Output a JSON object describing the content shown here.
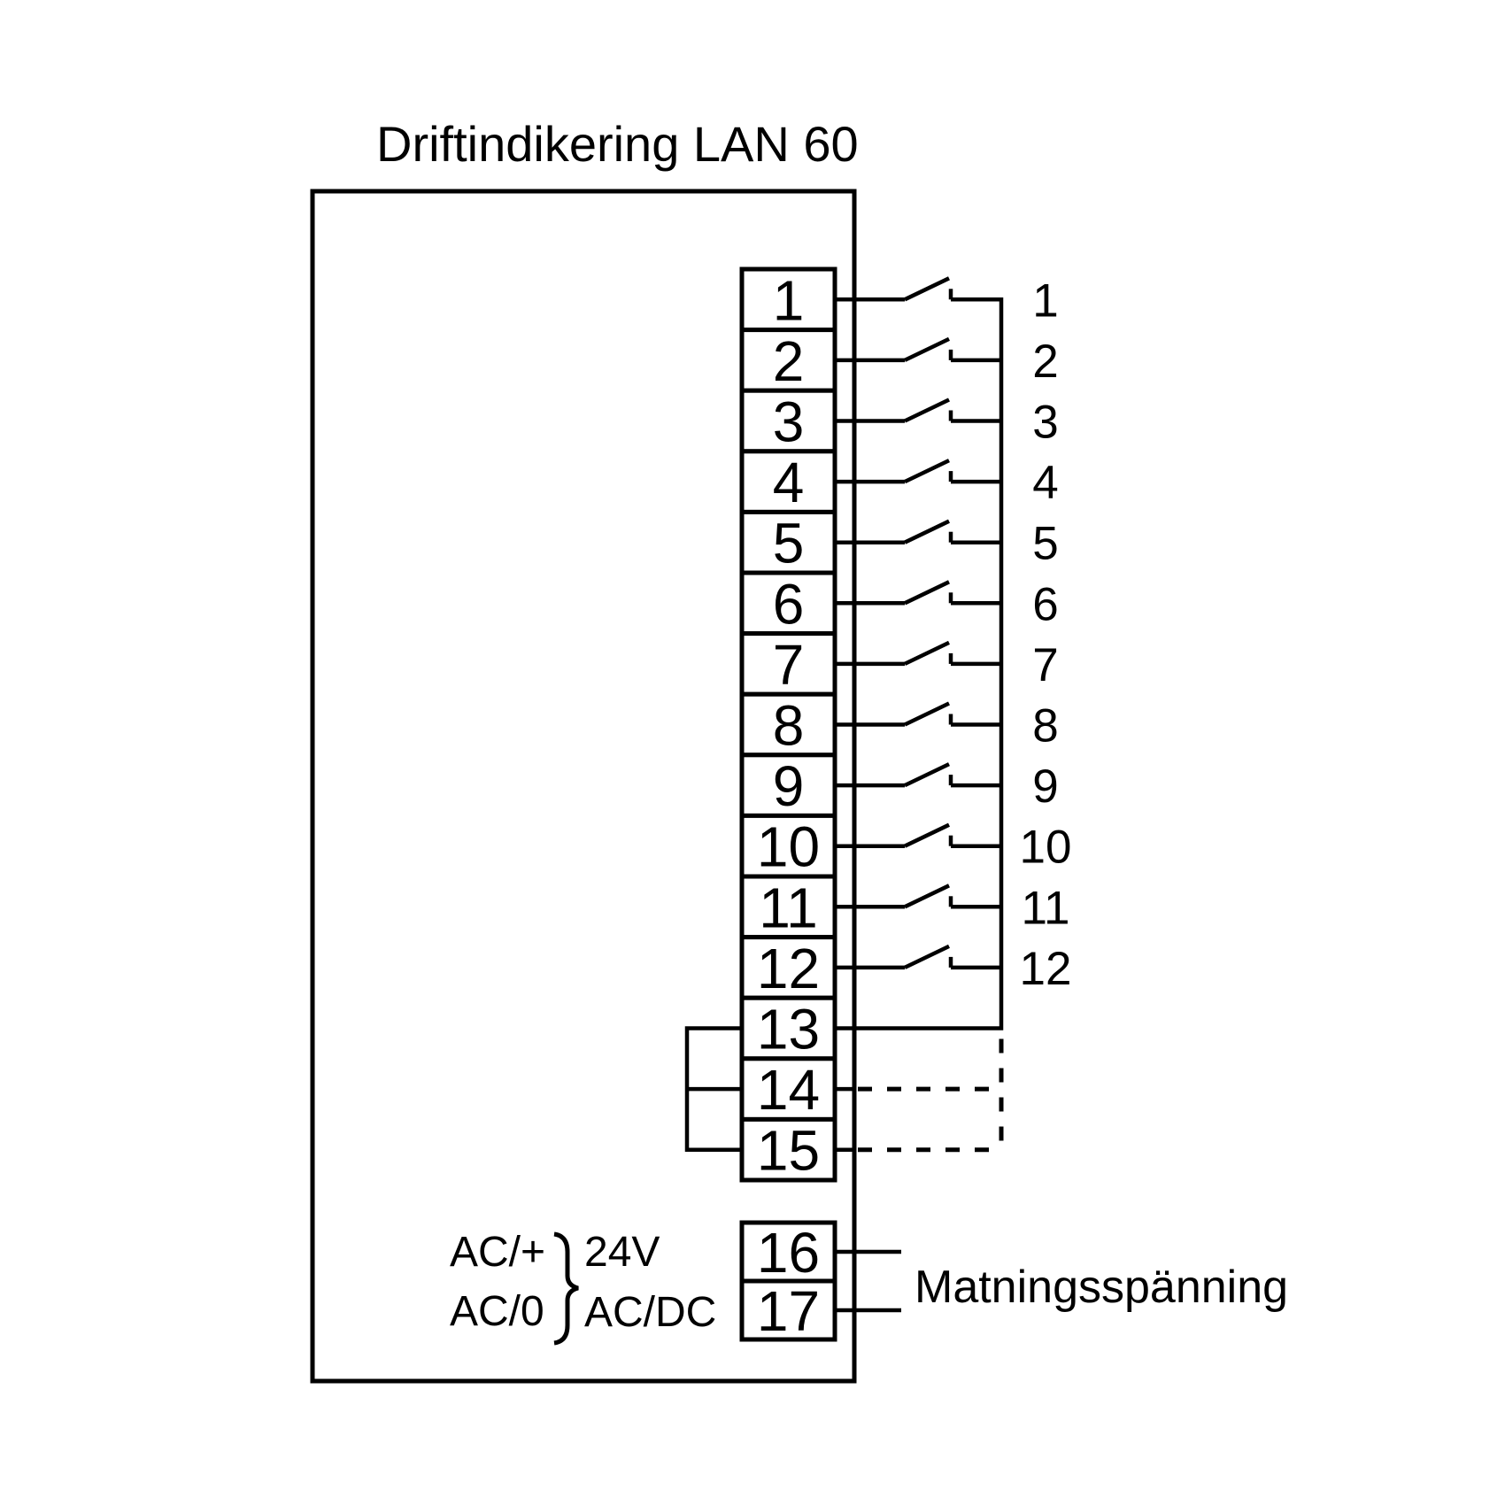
{
  "title": "Driftindikering LAN 60",
  "terminal_strip": {
    "terminals": [
      "1",
      "2",
      "3",
      "4",
      "5",
      "6",
      "7",
      "8",
      "9",
      "10",
      "11",
      "12",
      "13",
      "14",
      "15"
    ],
    "jumpered_terminals": [
      "13",
      "14",
      "15"
    ]
  },
  "contact_labels": [
    "1",
    "2",
    "3",
    "4",
    "5",
    "6",
    "7",
    "8",
    "9",
    "10",
    "11",
    "12"
  ],
  "power": {
    "terminals": [
      "16",
      "17"
    ],
    "input_labels": [
      "AC/+",
      "AC/0"
    ],
    "rating_labels": [
      "24V",
      "AC/DC"
    ],
    "supply_label": "Matningsspänning"
  },
  "colors": {
    "line": "#000000",
    "background": "#ffffff"
  }
}
